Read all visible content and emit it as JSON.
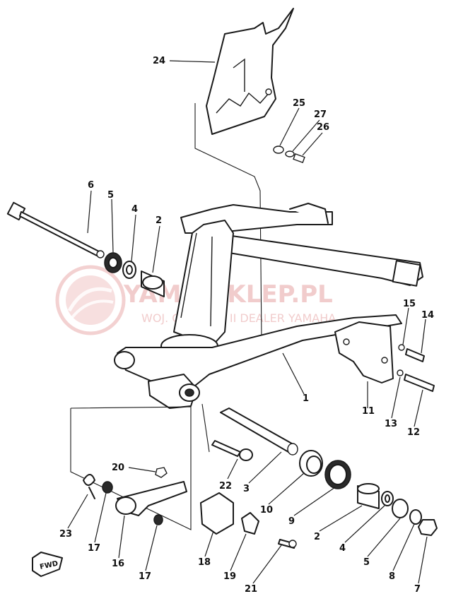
{
  "watermark": {
    "title": "YAMA-SKLEP.PL",
    "subtitle": "WOJ. CHOMICZ II DEALER YAMAHA",
    "color": "#e7a3a3"
  },
  "fwd_label": "FWD",
  "callouts": [
    "24",
    "25",
    "27",
    "26",
    "6",
    "5",
    "4",
    "2",
    "15",
    "14",
    "1",
    "11",
    "13",
    "12",
    "22",
    "3",
    "10",
    "9",
    "2",
    "4",
    "5",
    "8",
    "7",
    "20",
    "23",
    "17",
    "16",
    "17",
    "18",
    "19",
    "21"
  ]
}
